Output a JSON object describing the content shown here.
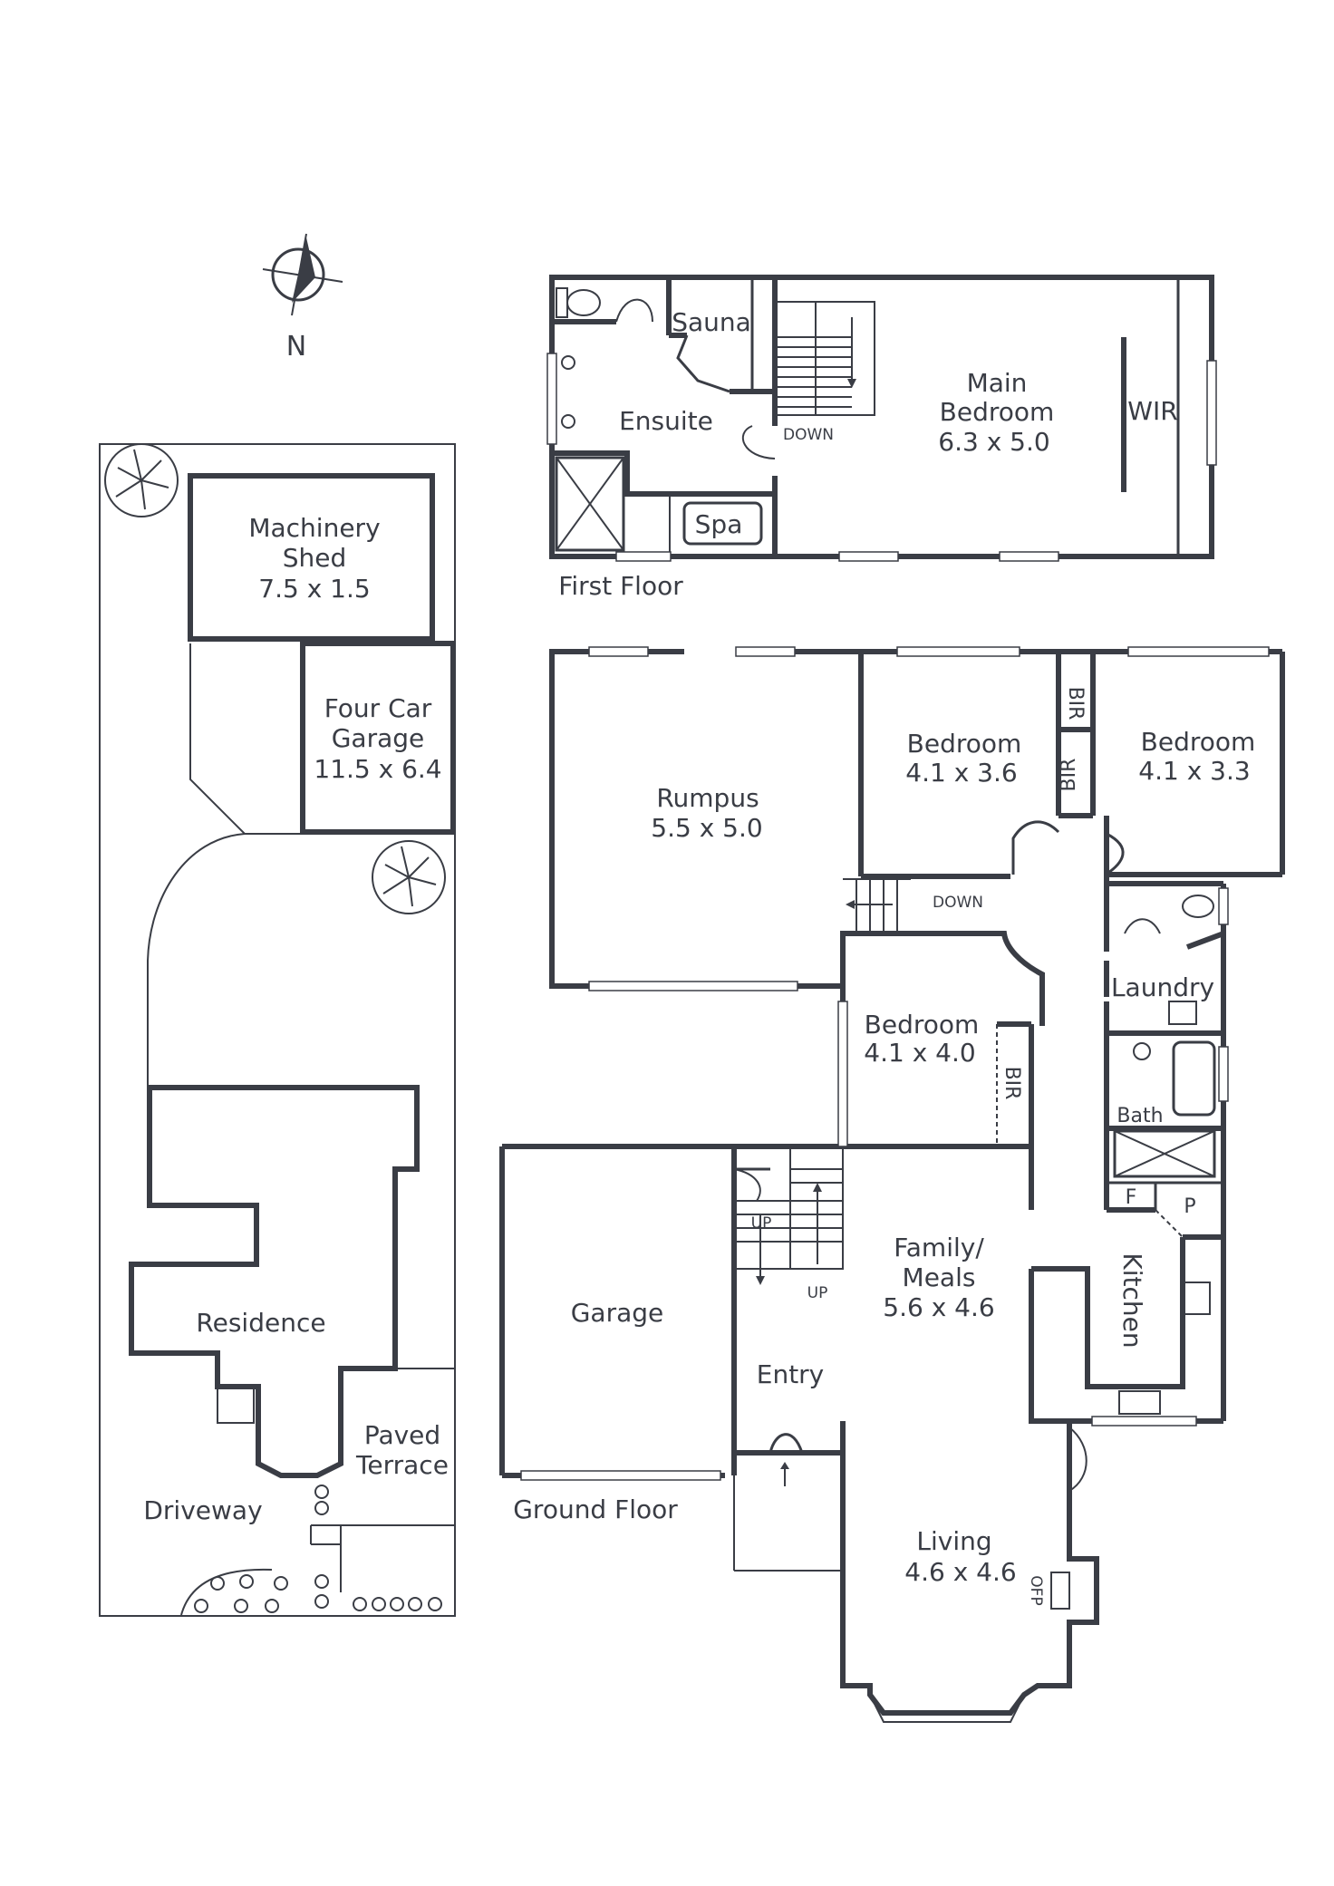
{
  "compass": {
    "label": "N"
  },
  "site": {
    "machinery_shed": {
      "name": "Machinery",
      "name2": "Shed",
      "dims": "7.5 x 1.5"
    },
    "garage": {
      "name": "Four Car",
      "name2": "Garage",
      "dims": "11.5 x 6.4"
    },
    "residence": "Residence",
    "terrace": {
      "line1": "Paved",
      "line2": "Terrace"
    },
    "driveway": "Driveway"
  },
  "first_floor": {
    "caption": "First Floor",
    "rooms": {
      "sauna": "Sauna",
      "ensuite": "Ensuite",
      "spa": "Spa",
      "down": "DOWN",
      "main_bedroom": {
        "line1": "Main",
        "line2": "Bedroom",
        "dims": "6.3 x 5.0"
      },
      "wir": "WIR"
    }
  },
  "ground_floor": {
    "caption": "Ground Floor",
    "rooms": {
      "rumpus": {
        "name": "Rumpus",
        "dims": "5.5 x 5.0"
      },
      "bedroom_a": {
        "name": "Bedroom",
        "dims": "4.1 x 3.6"
      },
      "bedroom_b": {
        "name": "Bedroom",
        "dims": "4.1 x 3.3"
      },
      "bedroom_c": {
        "name": "Bedroom",
        "dims": "4.1 x 4.0"
      },
      "bir": "BIR",
      "down": "DOWN",
      "laundry": "Laundry",
      "bath": "Bath",
      "pantry_f": "F",
      "pantry_p": "P",
      "kitchen": "Kitchen",
      "family": {
        "line1": "Family/",
        "line2": "Meals",
        "dims": "5.6 x 4.6"
      },
      "garage": "Garage",
      "entry": "Entry",
      "up": "UP",
      "living": {
        "name": "Living",
        "dims": "4.6 x 4.6"
      },
      "ofp": "OFP"
    }
  }
}
